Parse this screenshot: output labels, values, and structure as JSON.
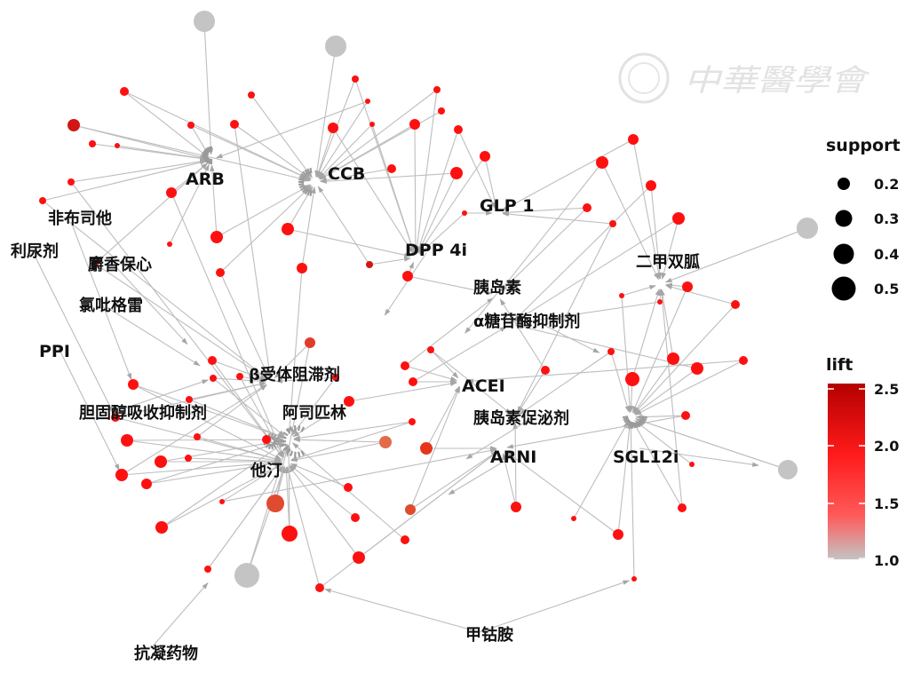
{
  "watermark": {
    "text": "中華醫學會"
  },
  "drug_nodes": [
    {
      "label": "ARB"
    },
    {
      "label": "CCB"
    },
    {
      "label": "GLP 1"
    },
    {
      "label": "DPP 4i"
    },
    {
      "label": "二甲双胍"
    },
    {
      "label": "非布司他"
    },
    {
      "label": "利尿剂"
    },
    {
      "label": "麝香保心"
    },
    {
      "label": "氯吡格雷"
    },
    {
      "label": "胰岛素"
    },
    {
      "label": "α糖苷酶抑制剂"
    },
    {
      "label": "PPI"
    },
    {
      "label": "β受体阻滞剂"
    },
    {
      "label": "ACEI"
    },
    {
      "label": "胆固醇吸收抑制剂"
    },
    {
      "label": "阿司匹林"
    },
    {
      "label": "胰岛素促泌剂"
    },
    {
      "label": "ARNI"
    },
    {
      "label": "SGL12i"
    },
    {
      "label": "他汀"
    },
    {
      "label": "甲钴胺"
    },
    {
      "label": "抗凝药物"
    }
  ],
  "legend": {
    "support": {
      "title": "support",
      "values": [
        "0.2",
        "0.3",
        "0.4",
        "0.5"
      ]
    },
    "lift": {
      "title": "lift",
      "ticks": [
        "2.5",
        "2.0",
        "1.5",
        "1.0"
      ],
      "color_low": "#c4c4c4",
      "color_high": "#b40000"
    }
  },
  "colors": {
    "edge": "#bdbdbd",
    "arrow": "#a8a8a8",
    "gray_node": "#c4c4c4"
  }
}
